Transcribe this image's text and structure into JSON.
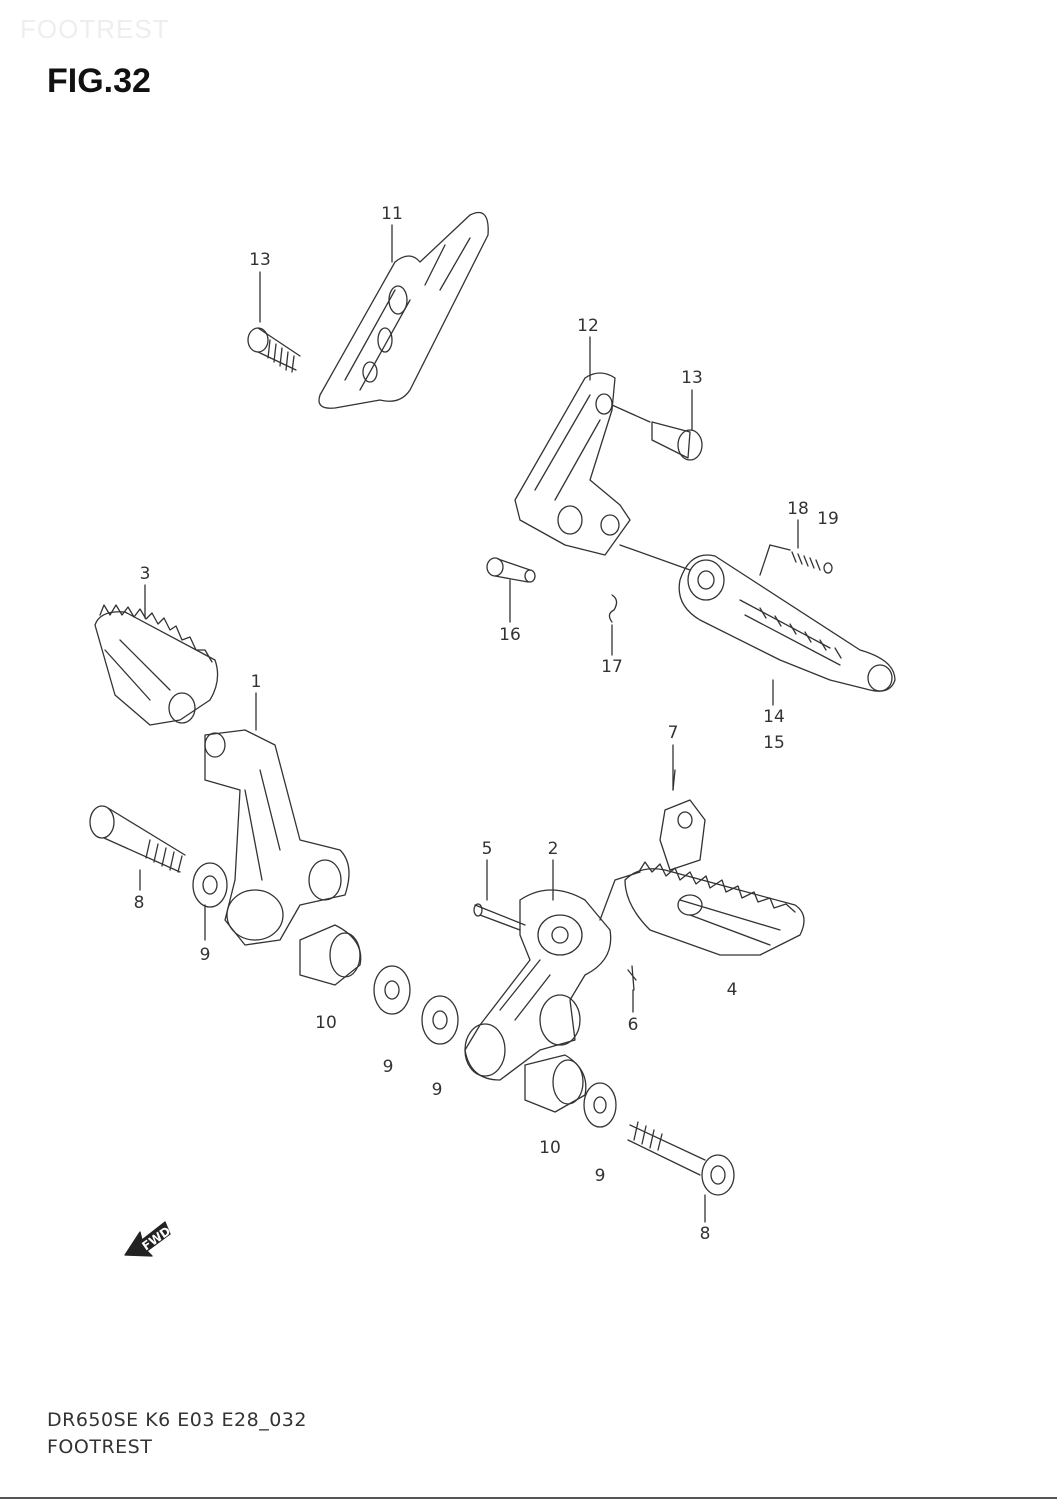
{
  "header": {
    "watermark": "FOOTREST",
    "figure_label": "FIG.32"
  },
  "callouts": {
    "c1": "1",
    "c2": "2",
    "c3": "3",
    "c4": "4",
    "c5": "5",
    "c6": "6",
    "c7": "7",
    "c8a": "8",
    "c8b": "8",
    "c9a": "9",
    "c9b": "9",
    "c9c": "9",
    "c9d": "9",
    "c10a": "10",
    "c10b": "10",
    "c11": "11",
    "c12": "12",
    "c13a": "13",
    "c13b": "13",
    "c14": "14",
    "c15": "15",
    "c16": "16",
    "c17": "17",
    "c18": "18",
    "c19": "19"
  },
  "direction_marker": "FWD",
  "footer": {
    "model_code": "DR650SE K6 E03 E28_032",
    "section_name": "FOOTREST"
  }
}
